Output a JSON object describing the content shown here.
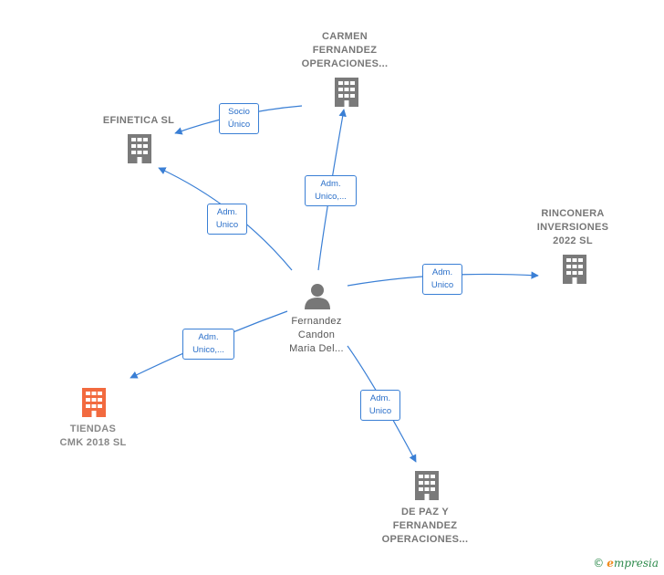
{
  "nodes": {
    "carmen": {
      "label": "CARMEN\nFERNANDEZ\nOPERACIONES...",
      "type": "company"
    },
    "efinetica": {
      "label": "EFINETICA  SL",
      "type": "company"
    },
    "rinconera": {
      "label": "RINCONERA\nINVERSIONES\n2022  SL",
      "type": "company"
    },
    "tiendas": {
      "label": "TIENDAS\nCMK 2018  SL",
      "type": "company-highlight"
    },
    "depaz": {
      "label": "DE PAZ Y\nFERNANDEZ\nOPERACIONES...",
      "type": "company"
    },
    "person": {
      "label": "Fernandez\nCandon\nMaria Del...",
      "type": "person"
    }
  },
  "edges": {
    "person_carmen": "Adm.\nUnico,...",
    "carmen_efinetica": "Socio\nÚnico",
    "person_efinetica": "Adm.\nUnico",
    "person_rinconera": "Adm.\nUnico",
    "person_tiendas": "Adm.\nUnico,...",
    "person_depaz": "Adm.\nUnico"
  },
  "colors": {
    "company_icon": "#7a7a7a",
    "highlight_icon": "#f26a3f",
    "person_icon": "#777777",
    "edge": "#3a7fd5"
  },
  "brand": {
    "copyright": "©",
    "name": "mpresia",
    "initial": "e"
  }
}
